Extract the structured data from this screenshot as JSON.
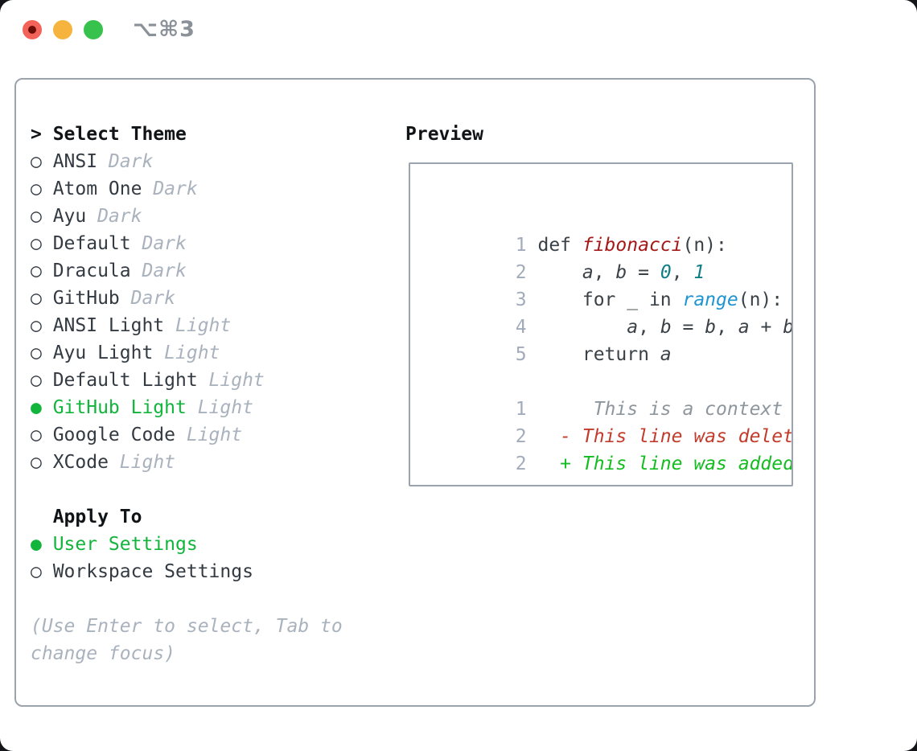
{
  "window": {
    "shortcut": "⌥⌘3"
  },
  "icons": {
    "cursor": ">",
    "radio_unselected": "○",
    "radio_selected": "●"
  },
  "colors": {
    "border": "#9aa3ae",
    "header_black": "#111417",
    "name_dark": "#333a42",
    "muted_gray": "#a9b2bd",
    "hint_gray": "#a9b2bd",
    "accent_green": "#12b53c",
    "line_number_gray": "#a2abbb",
    "code_plain": "#3a4147",
    "func_red": "#a61717",
    "number_teal": "#0f7e85",
    "builtin_blue": "#1d95d2",
    "context_gray": "#8e969d",
    "deleted_red": "#c23b2b",
    "added_green": "#13bd20",
    "traffic_red": "#f4635a",
    "traffic_red_dot": "#6b0e07",
    "traffic_yellow": "#f6b33d",
    "traffic_green": "#36c24c",
    "shortcut_gray": "#8a9198"
  },
  "theme_picker": {
    "title": "Select Theme",
    "items": [
      {
        "name": "ANSI",
        "variant": "Dark",
        "selected": false
      },
      {
        "name": "Atom One",
        "variant": "Dark",
        "selected": false
      },
      {
        "name": "Ayu",
        "variant": "Dark",
        "selected": false
      },
      {
        "name": "Default",
        "variant": "Dark",
        "selected": false
      },
      {
        "name": "Dracula",
        "variant": "Dark",
        "selected": false
      },
      {
        "name": "GitHub",
        "variant": "Dark",
        "selected": false
      },
      {
        "name": "ANSI Light",
        "variant": "Light",
        "selected": false
      },
      {
        "name": "Ayu Light",
        "variant": "Light",
        "selected": false
      },
      {
        "name": "Default Light",
        "variant": "Light",
        "selected": false
      },
      {
        "name": "GitHub Light",
        "variant": "Light",
        "selected": true
      },
      {
        "name": "Google Code",
        "variant": "Light",
        "selected": false
      },
      {
        "name": "XCode",
        "variant": "Light",
        "selected": false
      }
    ],
    "apply_to": {
      "title": "Apply To",
      "options": [
        {
          "label": "User Settings",
          "selected": true
        },
        {
          "label": "Workspace Settings",
          "selected": false
        }
      ]
    },
    "hint_lines": [
      "(Use Enter to select, Tab to",
      "change focus)"
    ]
  },
  "preview": {
    "title": "Preview",
    "code_lines": [
      {
        "ln": "1",
        "segments": [
          {
            "t": "def "
          },
          {
            "t": "fibonacci"
          },
          {
            "t": "(n):"
          }
        ]
      },
      {
        "ln": "2",
        "segments": [
          {
            "t": "    "
          },
          {
            "t": "a"
          },
          {
            "t": ", "
          },
          {
            "t": "b"
          },
          {
            "t": " = "
          },
          {
            "t": "0"
          },
          {
            "t": ", "
          },
          {
            "t": "1"
          }
        ]
      },
      {
        "ln": "3",
        "segments": [
          {
            "t": "    for _ in "
          },
          {
            "t": "range"
          },
          {
            "t": "(n):"
          }
        ]
      },
      {
        "ln": "4",
        "segments": [
          {
            "t": "        "
          },
          {
            "t": "a"
          },
          {
            "t": ", "
          },
          {
            "t": "b"
          },
          {
            "t": " = "
          },
          {
            "t": "b"
          },
          {
            "t": ", "
          },
          {
            "t": "a"
          },
          {
            "t": " + "
          },
          {
            "t": "b"
          }
        ]
      },
      {
        "ln": "5",
        "segments": [
          {
            "t": "    return "
          },
          {
            "t": "a"
          }
        ]
      }
    ],
    "diff_lines": [
      {
        "ln": "1",
        "text": "     This is a context line."
      },
      {
        "ln": "2",
        "text": "  - This line was deleted."
      },
      {
        "ln": "2",
        "text": "  + This line was added."
      }
    ]
  }
}
